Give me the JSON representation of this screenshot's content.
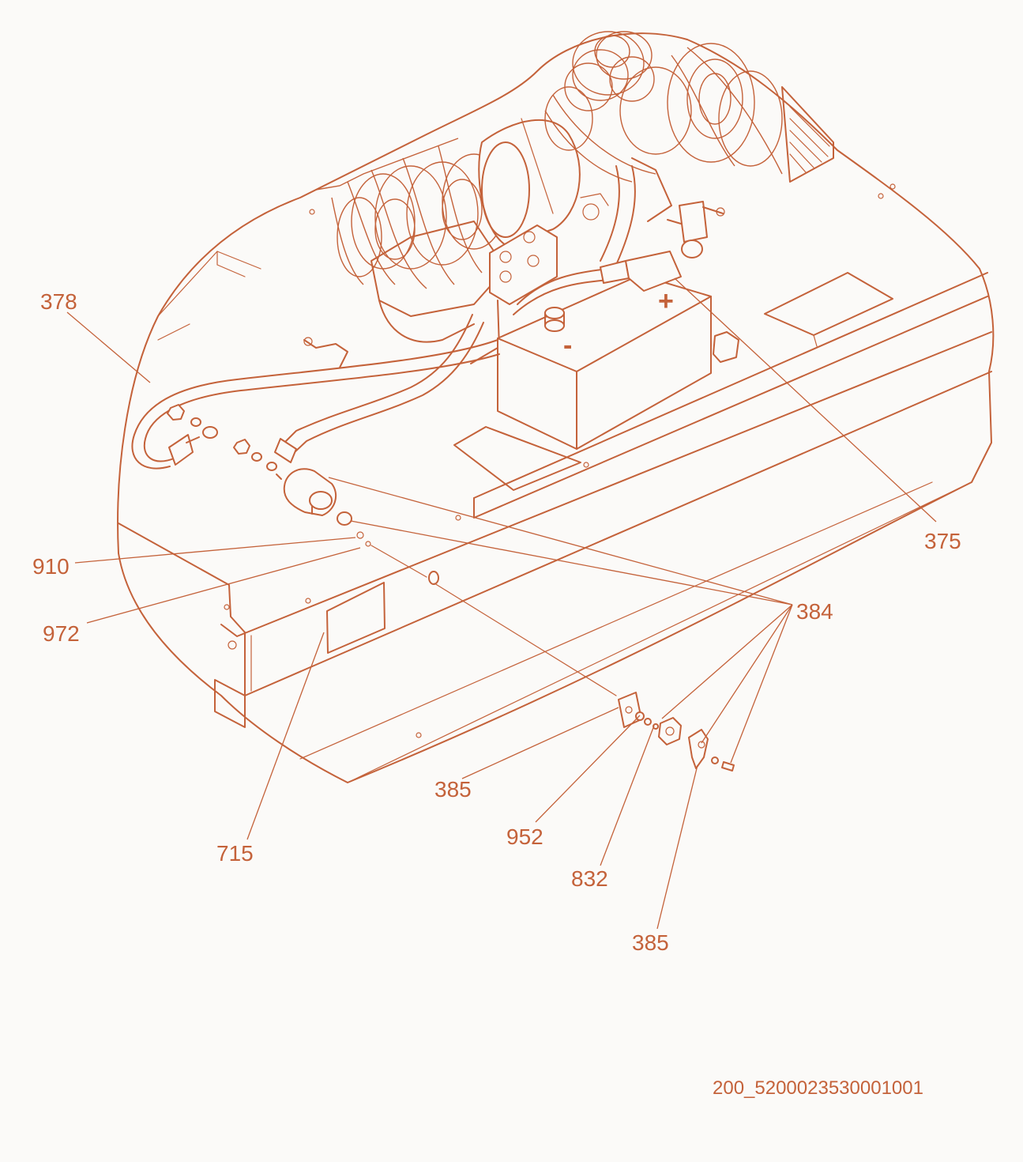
{
  "diagram": {
    "callouts": [
      "378",
      "375",
      "910",
      "972",
      "384",
      "385",
      "952",
      "715",
      "832",
      "385"
    ],
    "battery_signs": {
      "positive": "+",
      "negative": "-"
    },
    "drawing_id": "200_5200023530001001"
  },
  "colors": {
    "line": "#c4623a",
    "background": "#fbfaf8"
  }
}
